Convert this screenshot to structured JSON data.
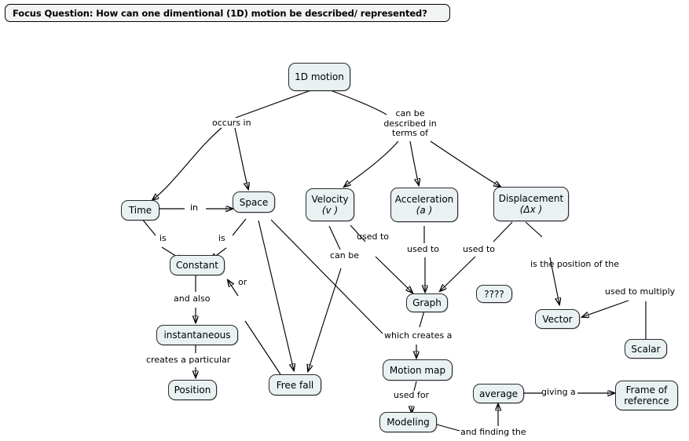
{
  "focus": {
    "question": "Focus Question: How can one dimentional (1D) motion be described/ represented?"
  },
  "style": {
    "node_fill": "#e9f1f3",
    "node_stroke": "#2b2b2b",
    "banner_fill": "#f2f4f4",
    "edge_color": "#000000",
    "page_background": "#ffffff"
  },
  "nodes": [
    {
      "id": "motion",
      "label": "1D motion",
      "sub": ""
    },
    {
      "id": "time",
      "label": "Time",
      "sub": ""
    },
    {
      "id": "space",
      "label": "Space",
      "sub": ""
    },
    {
      "id": "velocity",
      "label": "Velocity",
      "sub": "(v )"
    },
    {
      "id": "acceleration",
      "label": "Acceleration",
      "sub": "(a )"
    },
    {
      "id": "displacement",
      "label": "Displacement",
      "sub": "(Δx )"
    },
    {
      "id": "constant",
      "label": "Constant",
      "sub": ""
    },
    {
      "id": "instantaneous",
      "label": "instantaneous",
      "sub": ""
    },
    {
      "id": "position",
      "label": "Position",
      "sub": ""
    },
    {
      "id": "freefall",
      "label": "Free fall",
      "sub": ""
    },
    {
      "id": "graph",
      "label": "Graph",
      "sub": ""
    },
    {
      "id": "unknown",
      "label": "????",
      "sub": ""
    },
    {
      "id": "vector",
      "label": "Vector",
      "sub": ""
    },
    {
      "id": "scalar",
      "label": "Scalar",
      "sub": ""
    },
    {
      "id": "motionmap",
      "label": "Motion map",
      "sub": ""
    },
    {
      "id": "modeling",
      "label": "Modeling",
      "sub": ""
    },
    {
      "id": "average",
      "label": "average",
      "sub": ""
    },
    {
      "id": "frameref",
      "label": "Frame of",
      "sub": "reference"
    }
  ],
  "edge_labels": [
    {
      "id": "occurs-in",
      "text": "occurs in"
    },
    {
      "id": "can-be-described",
      "text": "can be described in terms of"
    },
    {
      "id": "in",
      "text": "in"
    },
    {
      "id": "is-time",
      "text": "is"
    },
    {
      "id": "is-space",
      "text": "is"
    },
    {
      "id": "and-also",
      "text": "and also"
    },
    {
      "id": "or",
      "text": "or"
    },
    {
      "id": "creates-a-particular",
      "text": "creates a particular"
    },
    {
      "id": "can-be",
      "text": "can be"
    },
    {
      "id": "used-to-velocity",
      "text": "used to"
    },
    {
      "id": "used-to-acceleration",
      "text": "used to"
    },
    {
      "id": "used-to-displacement",
      "text": "used to"
    },
    {
      "id": "which-creates-a",
      "text": "which creates a"
    },
    {
      "id": "is-the-position",
      "text": "is the position of the"
    },
    {
      "id": "used-to-multiply",
      "text": "used to multiply"
    },
    {
      "id": "used-for",
      "text": "used for"
    },
    {
      "id": "and-finding-the",
      "text": "and finding the"
    },
    {
      "id": "giving-a",
      "text": "giving a"
    }
  ],
  "relations": [
    {
      "from": "motion",
      "label": "occurs in",
      "to": "time"
    },
    {
      "from": "motion",
      "label": "occurs in",
      "to": "space"
    },
    {
      "from": "motion",
      "label": "can be described in terms of",
      "to": "velocity"
    },
    {
      "from": "motion",
      "label": "can be described in terms of",
      "to": "acceleration"
    },
    {
      "from": "motion",
      "label": "can be described in terms of",
      "to": "displacement"
    },
    {
      "from": "time",
      "label": "in",
      "to": "space"
    },
    {
      "from": "time",
      "label": "is",
      "to": "constant"
    },
    {
      "from": "space",
      "label": "is",
      "to": "constant"
    },
    {
      "from": "constant",
      "label": "and also",
      "to": "instantaneous"
    },
    {
      "from": "instantaneous",
      "label": "creates a particular",
      "to": "position"
    },
    {
      "from": "freefall",
      "label": "or",
      "to": "constant"
    },
    {
      "from": "space",
      "label": "",
      "to": "freefall"
    },
    {
      "from": "velocity",
      "label": "can be",
      "to": "freefall"
    },
    {
      "from": "velocity",
      "label": "used to",
      "to": "graph"
    },
    {
      "from": "acceleration",
      "label": "used to",
      "to": "graph"
    },
    {
      "from": "displacement",
      "label": "used to",
      "to": "graph"
    },
    {
      "from": "space",
      "label": "which creates a",
      "to": "graph"
    },
    {
      "from": "graph",
      "label": "which creates a",
      "to": "motionmap"
    },
    {
      "from": "displacement",
      "label": "is the position of the",
      "to": "vector"
    },
    {
      "from": "scalar",
      "label": "used to multiply",
      "to": "vector"
    },
    {
      "from": "motionmap",
      "label": "used for",
      "to": "modeling"
    },
    {
      "from": "modeling",
      "label": "and finding the",
      "to": "average"
    },
    {
      "from": "average",
      "label": "giving a",
      "to": "frameref"
    }
  ]
}
